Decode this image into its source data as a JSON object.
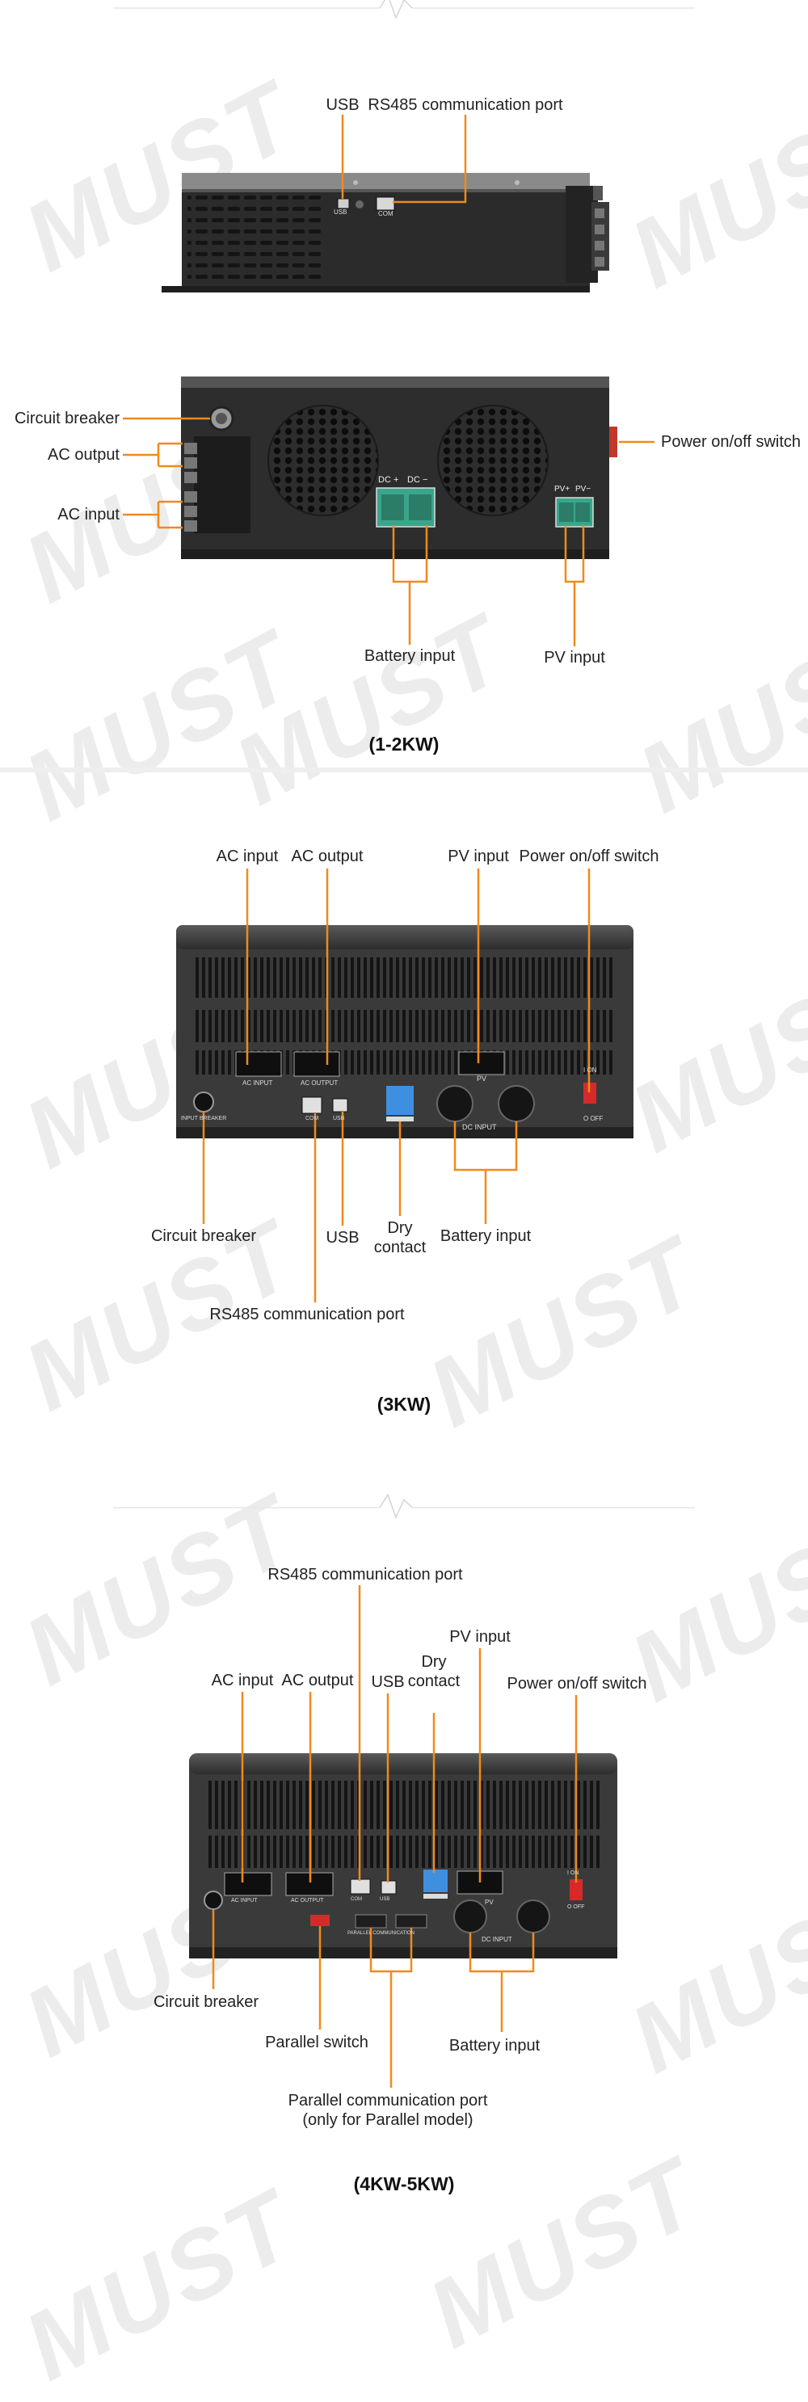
{
  "brand": {
    "watermark_text": "MUST"
  },
  "colors": {
    "callout": "#f08a1c",
    "device_dark": "#2b2b2b",
    "device_mid": "#3a3a3a",
    "terminal_green": "#3aa58a",
    "dry_contact_blue": "#3f8fe0",
    "switch_red": "#d62a2a"
  },
  "section_1kw": {
    "side_view_labels": {
      "usb": "USB",
      "rs485": "RS485 communication port"
    },
    "side_panel_marks": {
      "usb": "USB",
      "com": "COM"
    },
    "front_labels": {
      "circuit_breaker": "Circuit breaker",
      "ac_output": "AC output",
      "ac_input": "AC input",
      "power_switch": "Power on/off switch",
      "battery_input": "Battery input",
      "pv_input": "PV input"
    },
    "terminal_marks": {
      "dc_plus": "DC +",
      "dc_minus": "DC −",
      "pv_plus": "PV+",
      "pv_minus": "PV−"
    },
    "heading": "(1-2KW)"
  },
  "section_3kw": {
    "labels": {
      "ac_input": "AC input",
      "ac_output": "AC output",
      "pv_input": "PV input",
      "power_switch": "Power on/off switch",
      "circuit_breaker": "Circuit breaker",
      "usb": "USB",
      "dry_contact": "Dry\ncontact",
      "battery_input": "Battery input",
      "rs485": "RS485 communication port"
    },
    "panel_marks": {
      "ac_input": "AC   INPUT",
      "ac_output": "AC   OUTPUT",
      "pv": "PV",
      "dc_input": "DC   INPUT",
      "on": "I   ON",
      "off": "O   OFF",
      "com": "COM",
      "usb": "USB",
      "breaker": "INPUT BREAKER"
    },
    "heading": "(3KW)"
  },
  "section_5kw": {
    "labels": {
      "rs485": "RS485 communication port",
      "pv_input": "PV input",
      "dry_contact": "Dry\ncontact",
      "ac_input": "AC input",
      "ac_output": "AC output",
      "usb": "USB",
      "power_switch": "Power on/off switch",
      "circuit_breaker": "Circuit breaker",
      "parallel_switch": "Parallel switch",
      "battery_input": "Battery input",
      "parallel_port": "Parallel communication port\n(only for Parallel model)"
    },
    "panel_marks": {
      "ac_input": "AC INPUT",
      "ac_output": "AC OUTPUT",
      "pv": "PV",
      "dc_input": "DC   INPUT",
      "on": "I ON",
      "off": "O OFF",
      "com": "COM",
      "usb": "USB",
      "parallel": "PARALLEL COMMUNICATION"
    },
    "heading": "(4KW-5KW)"
  }
}
